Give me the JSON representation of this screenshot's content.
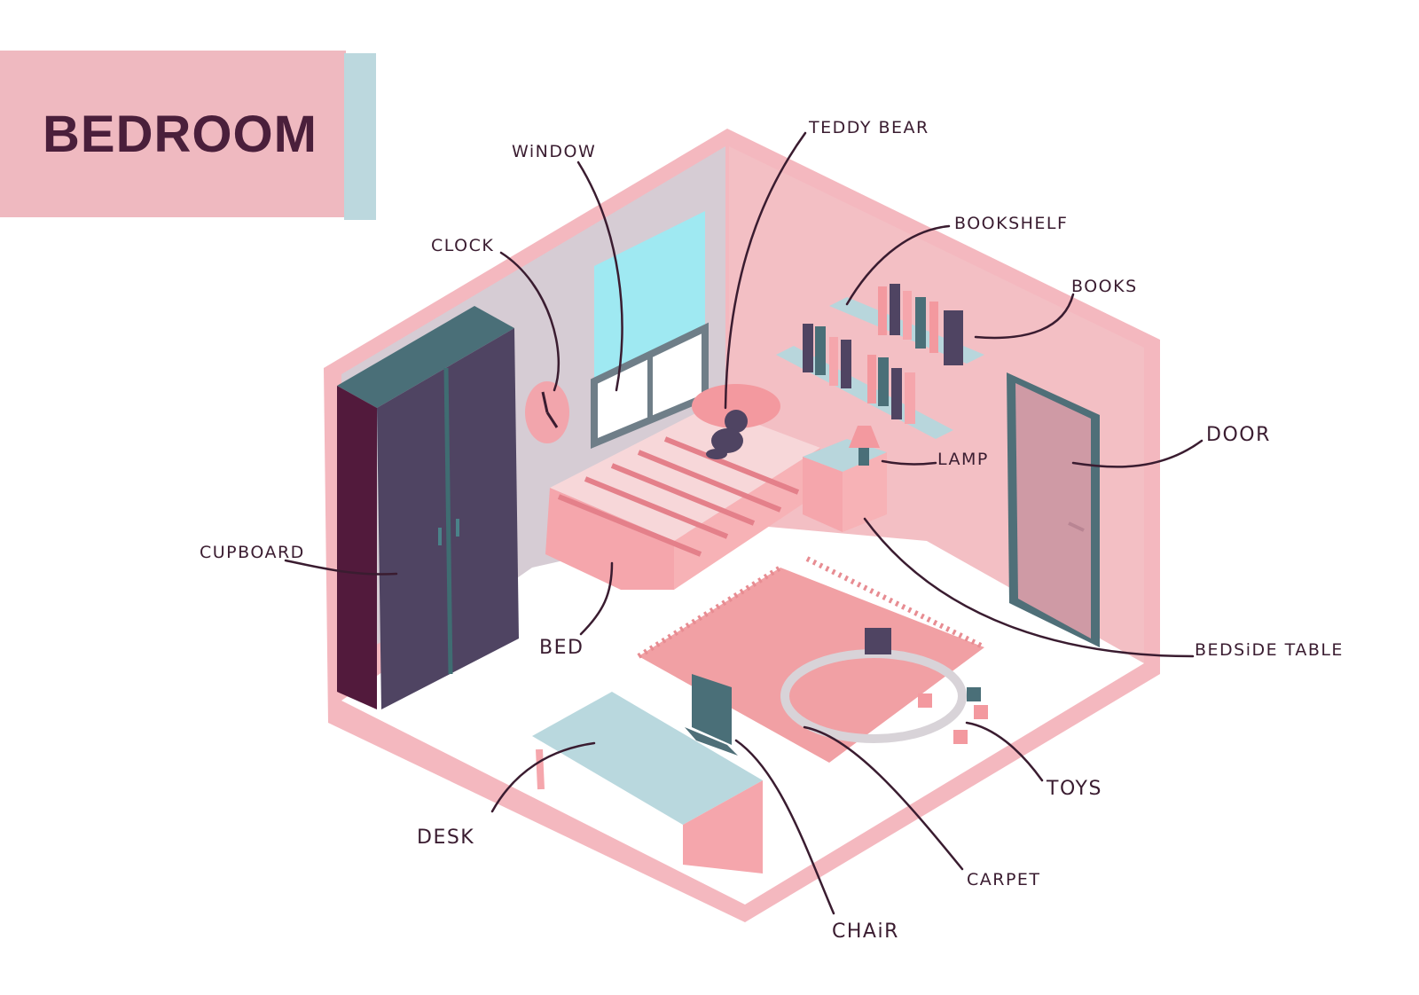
{
  "title": "BEDROOM",
  "labels": {
    "window": "WiNDOW",
    "teddy_bear": "TEDDY BEAR",
    "clock": "CLOCK",
    "bookshelf": "BOOKSHELF",
    "books": "BOOKS",
    "door": "DOOR",
    "lamp": "LAMP",
    "cupboard": "CUPBOARD",
    "bed": "BED",
    "bedside_table": "BEDSiDE TABLE",
    "toys": "TOYS",
    "desk": "DESK",
    "carpet": "CARPET",
    "chair": "CHAiR"
  },
  "colors": {
    "banner": "#efb9c0",
    "banner_edge": "#bcd8de",
    "title_text": "#4a1f3b",
    "room_outline": "#f4b8bf",
    "left_wall": "#d6ccd4",
    "right_wall": "#f3bfc4",
    "floor": "#ffffff",
    "cupboard": "#4f4462",
    "window": "#9fe9f2",
    "bed": "#f5a6ac",
    "carpet": "#f1a0a4",
    "desk": "#b9d8de",
    "door": "#cf9aa5",
    "ink": "#3a1c30"
  }
}
